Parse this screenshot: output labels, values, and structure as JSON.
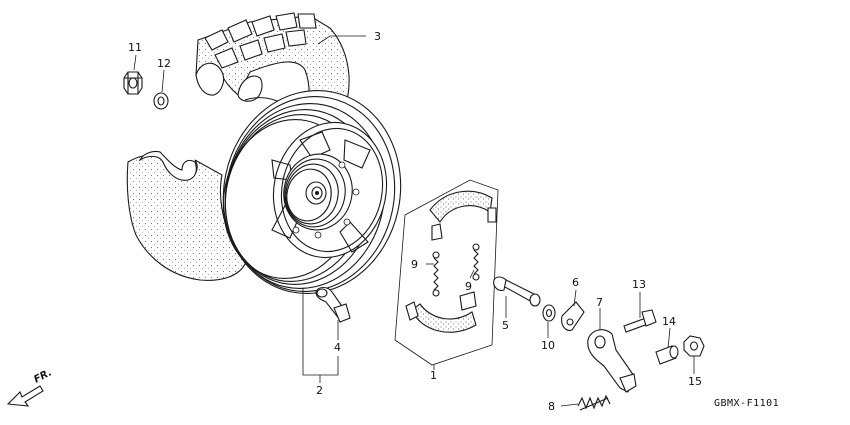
{
  "diagram": {
    "code": "GBMX-F1101",
    "direction_label": "FR.",
    "callouts": [
      {
        "id": "1",
        "label": "1"
      },
      {
        "id": "2",
        "label": "2"
      },
      {
        "id": "3",
        "label": "3"
      },
      {
        "id": "4",
        "label": "4"
      },
      {
        "id": "5",
        "label": "5"
      },
      {
        "id": "6",
        "label": "6"
      },
      {
        "id": "7",
        "label": "7"
      },
      {
        "id": "8",
        "label": "8"
      },
      {
        "id": "9a",
        "label": "9"
      },
      {
        "id": "9b",
        "label": "9"
      },
      {
        "id": "10",
        "label": "10"
      },
      {
        "id": "11",
        "label": "11"
      },
      {
        "id": "12",
        "label": "12"
      },
      {
        "id": "13",
        "label": "13"
      },
      {
        "id": "14",
        "label": "14"
      },
      {
        "id": "15",
        "label": "15"
      }
    ]
  }
}
